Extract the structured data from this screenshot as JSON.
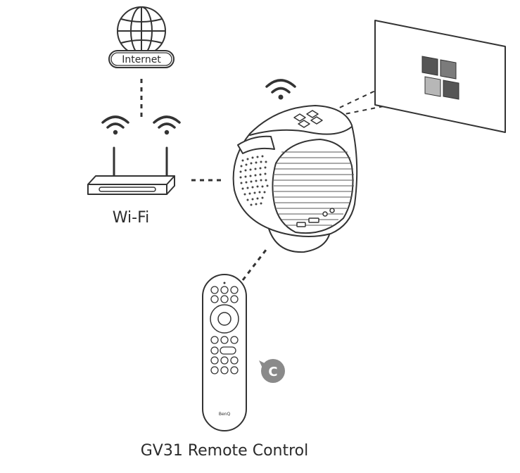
{
  "labels": {
    "internet": "Internet",
    "wifi": "Wi-Fi",
    "remote": "GV31 Remote Control",
    "brand": "BenQ",
    "callout": "C"
  },
  "colors": {
    "line": "#333333",
    "callout": "#8a8a8a",
    "tile_dark": "#555555",
    "tile_mid": "#7b7b7b",
    "tile_light": "#b7b7b7"
  },
  "icons": [
    "globe-icon",
    "wifi-signal-icon",
    "router-icon",
    "projector-icon",
    "projection-screen-icon",
    "remote-control-icon"
  ]
}
